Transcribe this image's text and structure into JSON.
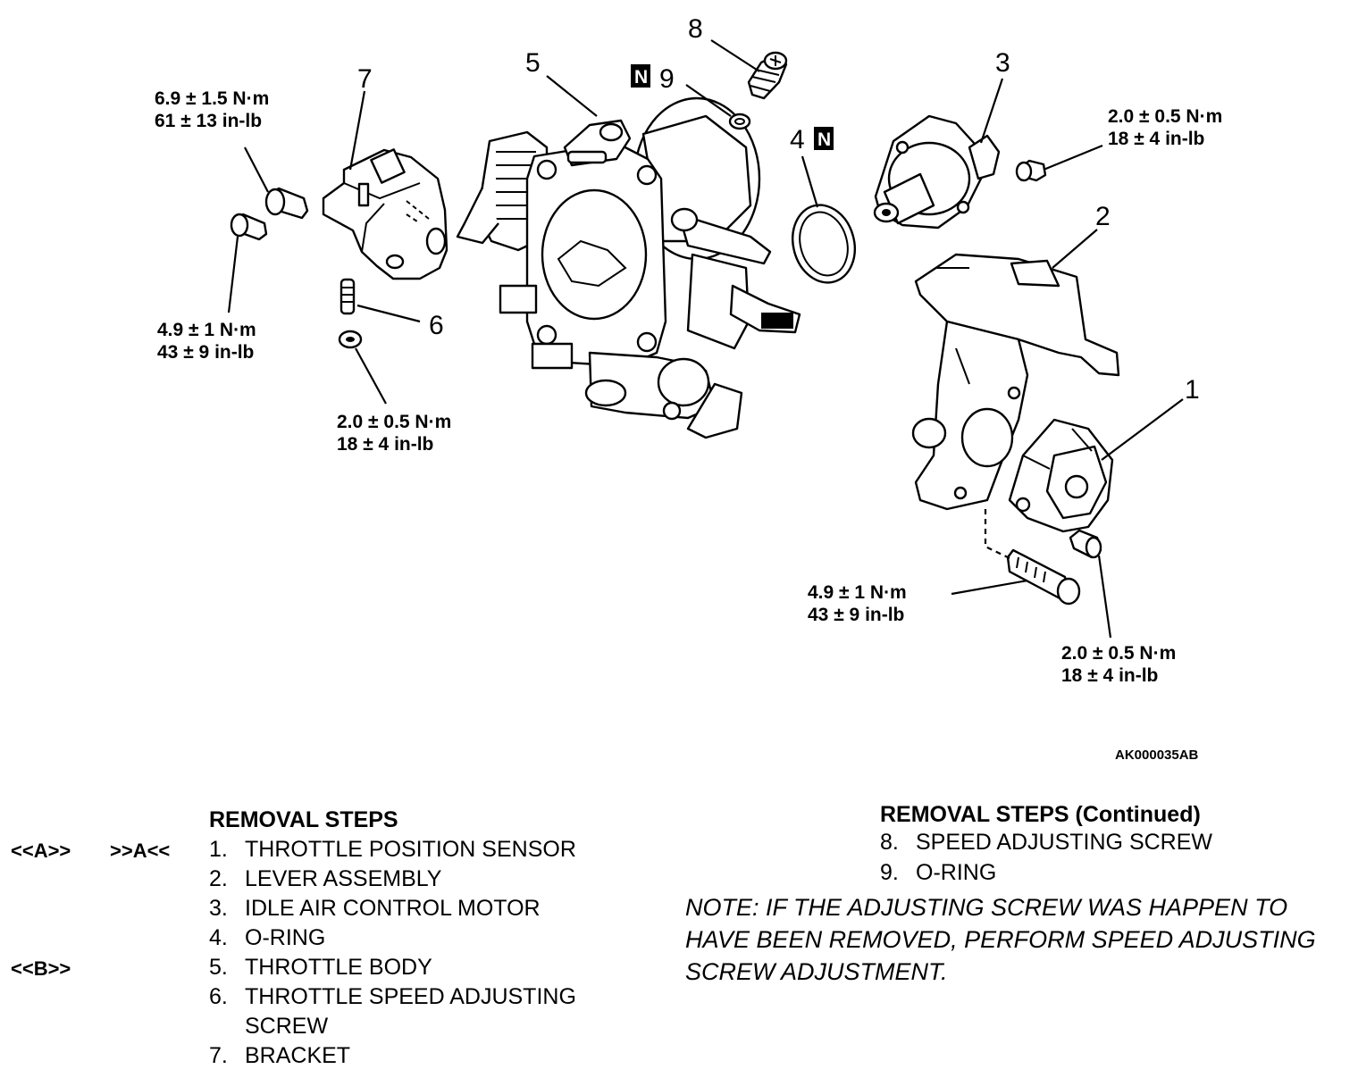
{
  "callouts": {
    "c1": "1",
    "c2": "2",
    "c3": "3",
    "c4": "4",
    "c5": "5",
    "c6": "6",
    "c7": "7",
    "c8": "8",
    "c9": "9",
    "n_marker": "N"
  },
  "torques": {
    "t7_nm": "6.9 ± 1.5 N·m",
    "t7_inlb": "61 ± 13 in-lb",
    "t7b_nm": "4.9 ± 1 N·m",
    "t7b_inlb": "43 ± 9 in-lb",
    "t6_nm": "2.0 ± 0.5 N·m",
    "t6_inlb": "18 ± 4 in-lb",
    "t3_nm": "2.0 ± 0.5 N·m",
    "t3_inlb": "18 ± 4 in-lb",
    "t2_nm": "4.9 ± 1 N·m",
    "t2_inlb": "43 ± 9 in-lb",
    "t1_nm": "2.0 ± 0.5 N·m",
    "t1_inlb": "18 ± 4 in-lb"
  },
  "figure_code": "AK000035AB",
  "removal": {
    "heading": "REMOVAL STEPS",
    "tag_a1": "<<A>>",
    "tag_a2": ">>A<<",
    "tag_b": "<<B>>",
    "steps": [
      {
        "n": "1.",
        "label": "THROTTLE POSITION SENSOR"
      },
      {
        "n": "2.",
        "label": "LEVER ASSEMBLY"
      },
      {
        "n": "3.",
        "label": "IDLE AIR CONTROL MOTOR"
      },
      {
        "n": "4.",
        "label": "O-RING"
      },
      {
        "n": "5.",
        "label": "THROTTLE BODY"
      },
      {
        "n": "6.",
        "label": "THROTTLE SPEED ADJUSTING"
      },
      {
        "n": "",
        "label": "SCREW"
      },
      {
        "n": "7.",
        "label": "BRACKET"
      }
    ]
  },
  "removal_continued": {
    "heading": "REMOVAL STEPS (Continued)",
    "steps": [
      {
        "n": "8.",
        "label": "SPEED ADJUSTING SCREW"
      },
      {
        "n": "9.",
        "label": "O-RING"
      }
    ],
    "note": "NOTE: IF THE ADJUSTING SCREW WAS HAPPEN TO HAVE BEEN REMOVED, PERFORM SPEED ADJUSTING SCREW ADJUSTMENT."
  }
}
